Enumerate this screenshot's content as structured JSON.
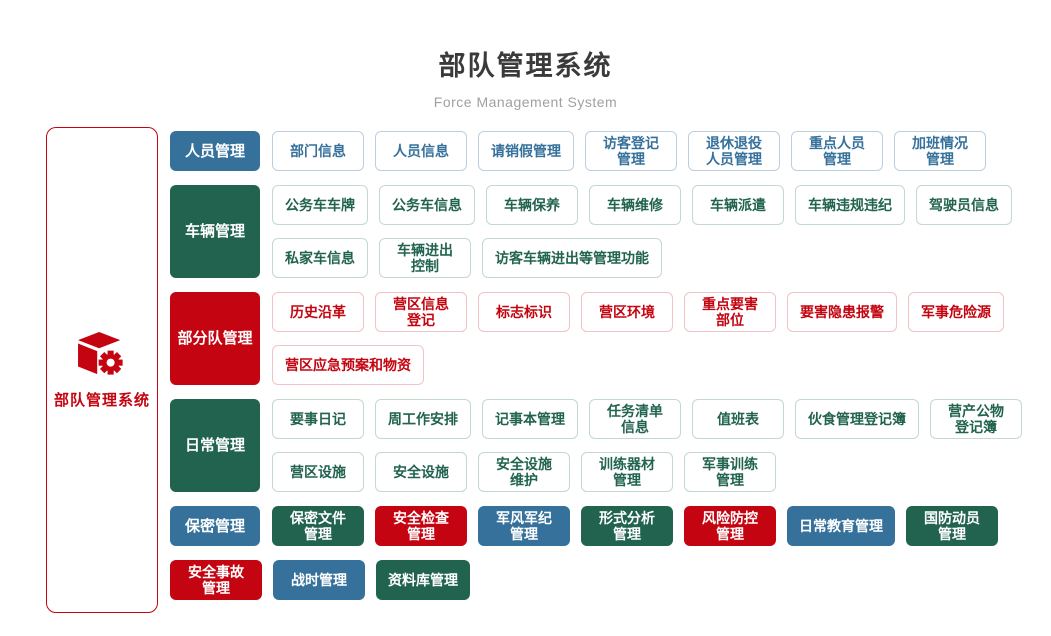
{
  "header": {
    "title": "部队管理系统",
    "subtitle": "Force Management System"
  },
  "colors": {
    "blue": "#35719B",
    "green": "#21634F",
    "red": "#C40410",
    "blue-border": "#BCCFE2",
    "green-border": "#C3D9CD",
    "red-border": "#F2C3C6"
  },
  "root": {
    "label": "部队管理系统",
    "icon": "cube-gear-icon"
  },
  "rows": [
    {
      "category": {
        "label": "人员管理",
        "color": "blue"
      },
      "lines": [
        [
          {
            "label": "部门信息",
            "variant": "outline",
            "color": "blue"
          },
          {
            "label": "人员信息",
            "variant": "outline",
            "color": "blue"
          },
          {
            "label": "请销假管理",
            "variant": "outline",
            "color": "blue"
          },
          {
            "label": "访客登记\n管理",
            "variant": "outline",
            "color": "blue"
          },
          {
            "label": "退休退役\n人员管理",
            "variant": "outline",
            "color": "blue"
          },
          {
            "label": "重点人员\n管理",
            "variant": "outline",
            "color": "blue"
          },
          {
            "label": "加班情况\n管理",
            "variant": "outline",
            "color": "blue"
          }
        ]
      ]
    },
    {
      "category": {
        "label": "车辆管理",
        "color": "green"
      },
      "lines": [
        [
          {
            "label": "公务车车牌",
            "variant": "outline",
            "color": "green"
          },
          {
            "label": "公务车信息",
            "variant": "outline",
            "color": "green"
          },
          {
            "label": "车辆保养",
            "variant": "outline",
            "color": "green"
          },
          {
            "label": "车辆维修",
            "variant": "outline",
            "color": "green"
          },
          {
            "label": "车辆派遣",
            "variant": "outline",
            "color": "green"
          },
          {
            "label": "车辆违规违纪",
            "variant": "outline",
            "color": "green"
          },
          {
            "label": "驾驶员信息",
            "variant": "outline",
            "color": "green"
          }
        ],
        [
          {
            "label": "私家车信息",
            "variant": "outline",
            "color": "green"
          },
          {
            "label": "车辆进出\n控制",
            "variant": "outline",
            "color": "green"
          },
          {
            "label": "访客车辆进出等管理功能",
            "variant": "outline",
            "color": "green"
          }
        ]
      ]
    },
    {
      "category": {
        "label": "部分队管理",
        "color": "red"
      },
      "lines": [
        [
          {
            "label": "历史沿革",
            "variant": "outline",
            "color": "red"
          },
          {
            "label": "营区信息\n登记",
            "variant": "outline",
            "color": "red"
          },
          {
            "label": "标志标识",
            "variant": "outline",
            "color": "red"
          },
          {
            "label": "营区环境",
            "variant": "outline",
            "color": "red"
          },
          {
            "label": "重点要害\n部位",
            "variant": "outline",
            "color": "red"
          },
          {
            "label": "要害隐患报警",
            "variant": "outline",
            "color": "red"
          },
          {
            "label": "军事危险源",
            "variant": "outline",
            "color": "red"
          }
        ],
        [
          {
            "label": "营区应急预案和物资",
            "variant": "outline",
            "color": "red"
          }
        ]
      ]
    },
    {
      "category": {
        "label": "日常管理",
        "color": "green"
      },
      "lines": [
        [
          {
            "label": "要事日记",
            "variant": "outline",
            "color": "green"
          },
          {
            "label": "周工作安排",
            "variant": "outline",
            "color": "green"
          },
          {
            "label": "记事本管理",
            "variant": "outline",
            "color": "green"
          },
          {
            "label": "任务清单\n信息",
            "variant": "outline",
            "color": "green"
          },
          {
            "label": "值班表",
            "variant": "outline",
            "color": "green"
          },
          {
            "label": "伙食管理登记簿",
            "variant": "outline",
            "color": "green"
          },
          {
            "label": "营产公物\n登记簿",
            "variant": "outline",
            "color": "green"
          }
        ],
        [
          {
            "label": "营区设施",
            "variant": "outline",
            "color": "green"
          },
          {
            "label": "安全设施",
            "variant": "outline",
            "color": "green"
          },
          {
            "label": "安全设施\n维护",
            "variant": "outline",
            "color": "green"
          },
          {
            "label": "训练器材\n管理",
            "variant": "outline",
            "color": "green"
          },
          {
            "label": "军事训练\n管理",
            "variant": "outline",
            "color": "green"
          }
        ]
      ]
    },
    {
      "category": {
        "label": "保密管理",
        "color": "blue"
      },
      "lines": [
        [
          {
            "label": "保密文件\n管理",
            "variant": "solid",
            "color": "green"
          },
          {
            "label": "安全检查\n管理",
            "variant": "solid",
            "color": "red"
          },
          {
            "label": "军风军纪\n管理",
            "variant": "solid",
            "color": "blue"
          },
          {
            "label": "形式分析\n管理",
            "variant": "solid",
            "color": "green"
          },
          {
            "label": "风险防控\n管理",
            "variant": "solid",
            "color": "red"
          },
          {
            "label": "日常教育管理",
            "variant": "solid",
            "color": "blue"
          },
          {
            "label": "国防动员\n管理",
            "variant": "solid",
            "color": "green"
          }
        ]
      ]
    },
    {
      "category": null,
      "lines": [
        [
          {
            "label": "安全事故\n管理",
            "variant": "solid",
            "color": "red"
          },
          {
            "label": "战时管理",
            "variant": "solid",
            "color": "blue"
          },
          {
            "label": "资料库管理",
            "variant": "solid",
            "color": "green"
          }
        ]
      ]
    }
  ]
}
